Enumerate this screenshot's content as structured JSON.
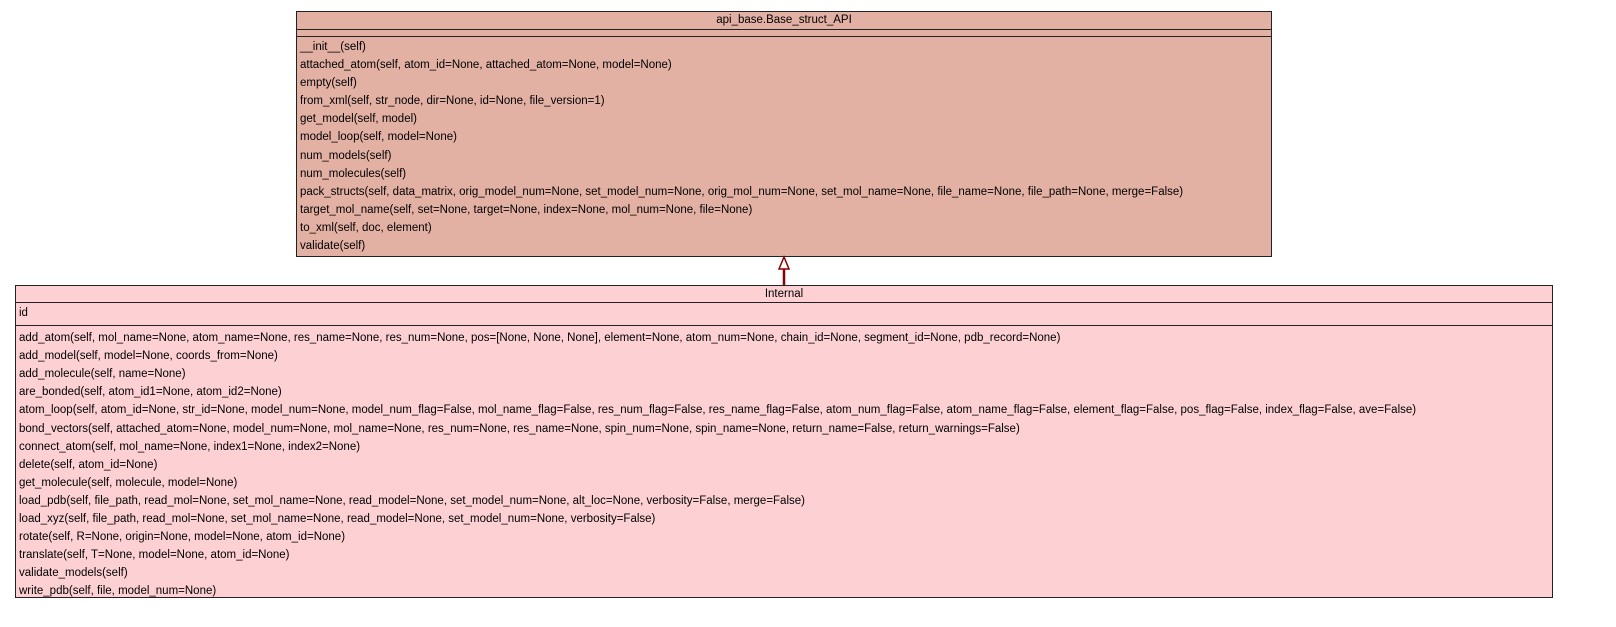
{
  "classes": {
    "base": {
      "name": "api_base.Base_struct_API",
      "attributes": [],
      "methods": [
        "__init__(self)",
        "attached_atom(self, atom_id=None, attached_atom=None, model=None)",
        "empty(self)",
        "from_xml(self, str_node, dir=None, id=None, file_version=1)",
        "get_model(self, model)",
        "model_loop(self, model=None)",
        "num_models(self)",
        "num_molecules(self)",
        "pack_structs(self, data_matrix, orig_model_num=None, set_model_num=None, orig_mol_num=None, set_mol_name=None, file_name=None, file_path=None, merge=False)",
        "target_mol_name(self, set=None, target=None, index=None, mol_num=None, file=None)",
        "to_xml(self, doc, element)",
        "validate(self)"
      ]
    },
    "internal": {
      "name": "Internal",
      "attributes": [
        "id"
      ],
      "methods": [
        "add_atom(self, mol_name=None, atom_name=None, res_name=None, res_num=None, pos=[None, None, None], element=None, atom_num=None, chain_id=None, segment_id=None, pdb_record=None)",
        "add_model(self, model=None, coords_from=None)",
        "add_molecule(self, name=None)",
        "are_bonded(self, atom_id1=None, atom_id2=None)",
        "atom_loop(self, atom_id=None, str_id=None, model_num=None, model_num_flag=False, mol_name_flag=False, res_num_flag=False, res_name_flag=False, atom_num_flag=False, atom_name_flag=False, element_flag=False, pos_flag=False, index_flag=False, ave=False)",
        "bond_vectors(self, attached_atom=None, model_num=None, mol_name=None, res_num=None, res_name=None, spin_num=None, spin_name=None, return_name=False, return_warnings=False)",
        "connect_atom(self, mol_name=None, index1=None, index2=None)",
        "delete(self, atom_id=None)",
        "get_molecule(self, molecule, model=None)",
        "load_pdb(self, file_path, read_mol=None, set_mol_name=None, read_model=None, set_model_num=None, alt_loc=None, verbosity=False, merge=False)",
        "load_xyz(self, file_path, read_mol=None, set_mol_name=None, read_model=None, set_model_num=None, verbosity=False)",
        "rotate(self, R=None, origin=None, model=None, atom_id=None)",
        "translate(self, T=None, model=None, atom_id=None)",
        "validate_models(self)",
        "write_pdb(self, file, model_num=None)"
      ]
    }
  },
  "relations": [
    {
      "type": "inheritance",
      "from": "Internal",
      "to": "api_base.Base_struct_API",
      "color": "#8b0000"
    }
  ]
}
